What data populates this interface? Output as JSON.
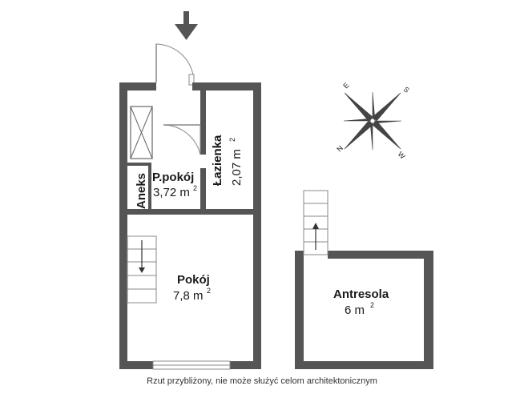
{
  "rooms": {
    "aneks": {
      "label": "Aneks"
    },
    "ppokoj": {
      "label": "P.pokój",
      "area": "3,72 m",
      "unit_sup": "2"
    },
    "lazienka": {
      "label": "Łazienka",
      "area": "2,07 m",
      "unit_sup": "2"
    },
    "pokoj": {
      "label": "Pokój",
      "area": "7,8 m",
      "unit_sup": "2"
    },
    "antresola": {
      "label": "Antresola",
      "area": "6 m",
      "unit_sup": "2"
    }
  },
  "compass": {
    "e": "E",
    "s": "S",
    "n": "N",
    "w": "W"
  },
  "caption": "Rzut przybliżony, nie może służyć celom architektonicznym",
  "colors": {
    "wall": "#555555",
    "line": "#888888",
    "text": "#1a1a1a",
    "compass": "#444444"
  }
}
